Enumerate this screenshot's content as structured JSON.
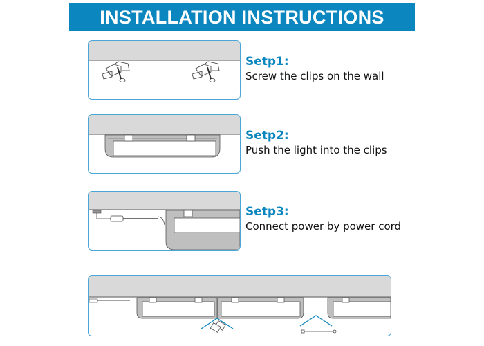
{
  "title": "INSTALLATION INSTRUCTIONS",
  "steps": [
    {
      "label": "Setp1:",
      "description": "Screw the clips on the wall"
    },
    {
      "label": "Setp2:",
      "description": "Push the light into the clips"
    },
    {
      "label": "Setp3:",
      "description": "Connect power by power cord"
    }
  ],
  "colors": {
    "accent": "#0b86bf",
    "wall": "#d9d9d9",
    "border": "#4aa6d6"
  }
}
